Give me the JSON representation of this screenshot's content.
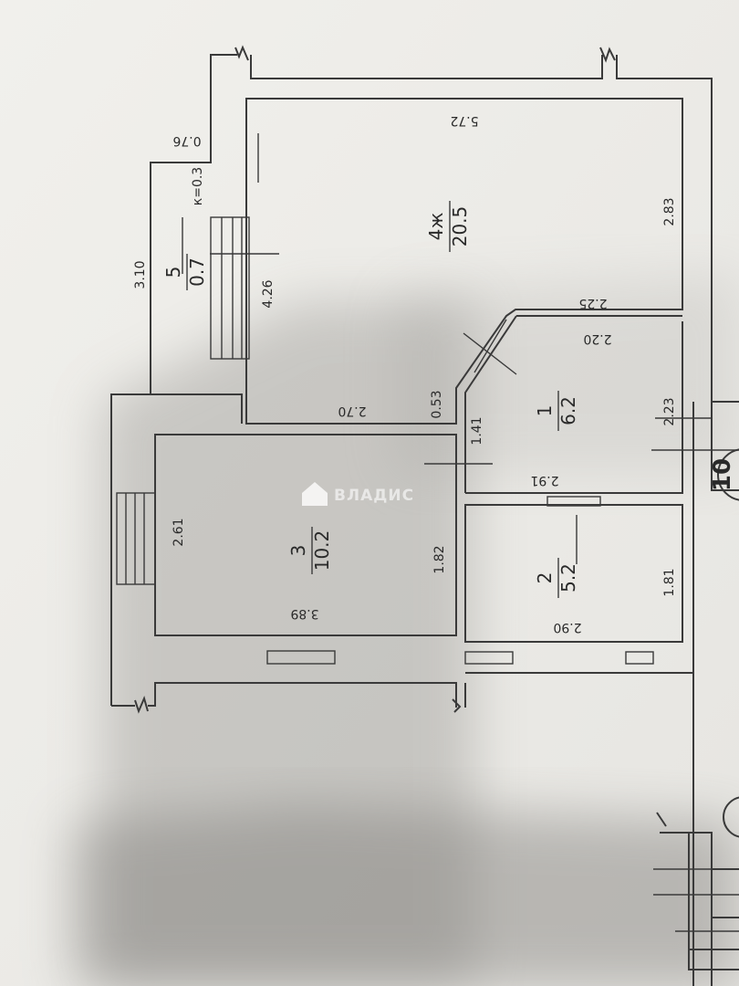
{
  "colors": {
    "paper": "#efeeea",
    "ink": "#3a3a3a",
    "shadow": "#8e8c88",
    "watermark": "#ffffff"
  },
  "watermark": {
    "text": "ВЛАДИС",
    "icon": "house-logo-icon"
  },
  "rooms": [
    {
      "id": "room-1",
      "number": "1",
      "area": "6.2"
    },
    {
      "id": "room-2",
      "number": "2",
      "area": "5.2"
    },
    {
      "id": "room-3",
      "number": "3",
      "area": "10.2"
    },
    {
      "id": "room-4",
      "number": "4ж",
      "area": "20.5"
    },
    {
      "id": "room-5",
      "number": "5",
      "area": "0.7"
    }
  ],
  "dimensions": {
    "d572": "5.72",
    "d283": "2.83",
    "d225": "2.25",
    "d220": "2.20",
    "d223": "2.23",
    "d270": "2.70",
    "d053": "0.53",
    "d141": "1.41",
    "d291": "2.91",
    "d182": "1.82",
    "d181": "1.81",
    "d290": "2.90",
    "d389": "3.89",
    "d261": "2.61",
    "d426": "4.26",
    "d310": "3.10",
    "d076": "0.76",
    "k03": "к=0.3"
  },
  "axis_label": "10"
}
